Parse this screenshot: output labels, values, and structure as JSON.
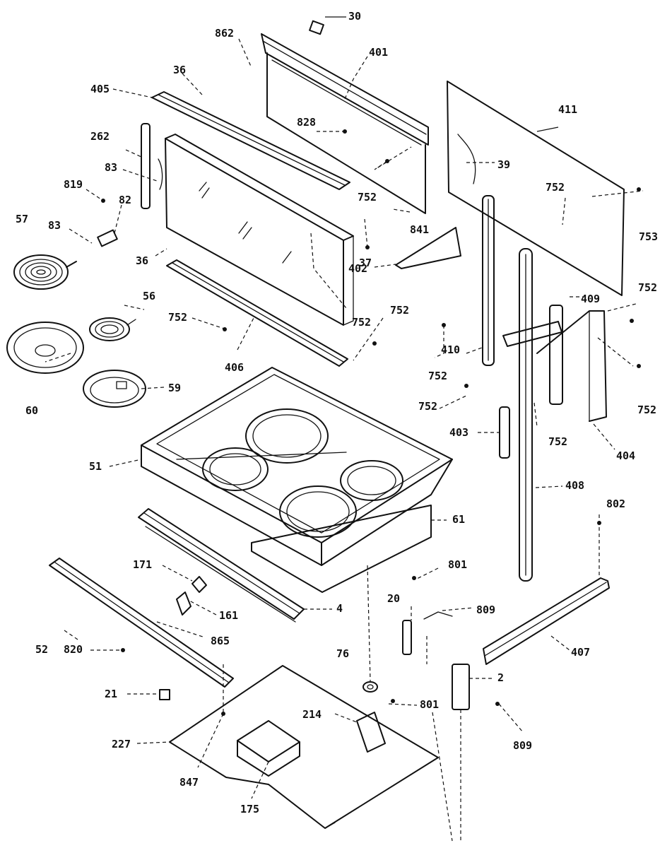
{
  "labels": {
    "l30": "30",
    "l862": "862",
    "l401": "401",
    "l36a": "36",
    "l405": "405",
    "l411": "411",
    "l828": "828",
    "l262": "262",
    "l39": "39",
    "l83a": "83",
    "l819": "819",
    "l82": "82",
    "l752a": "752",
    "l752b": "752",
    "l841": "841",
    "l753": "753",
    "l57": "57",
    "l83b": "83",
    "l37": "37",
    "l36b": "36",
    "l402": "402",
    "l752c": "752",
    "l409": "409",
    "l752d": "752",
    "l56": "56",
    "l752e": "752",
    "l752f": "752",
    "l406": "406",
    "l410": "410",
    "l60": "60",
    "l59": "59",
    "l752g": "752",
    "l752h": "752",
    "l403": "403",
    "l752i": "752",
    "l404": "404",
    "l51": "51",
    "l408": "408",
    "l61": "61",
    "l802": "802",
    "l171": "171",
    "l801a": "801",
    "l161": "161",
    "l4": "4",
    "l20": "20",
    "l809a": "809",
    "l865": "865",
    "l52": "52",
    "l820": "820",
    "l407": "407",
    "l76": "76",
    "l2": "2",
    "l21": "21",
    "l801b": "801",
    "l214": "214",
    "l227": "227",
    "l809b": "809",
    "l847": "847",
    "l175": "175"
  }
}
